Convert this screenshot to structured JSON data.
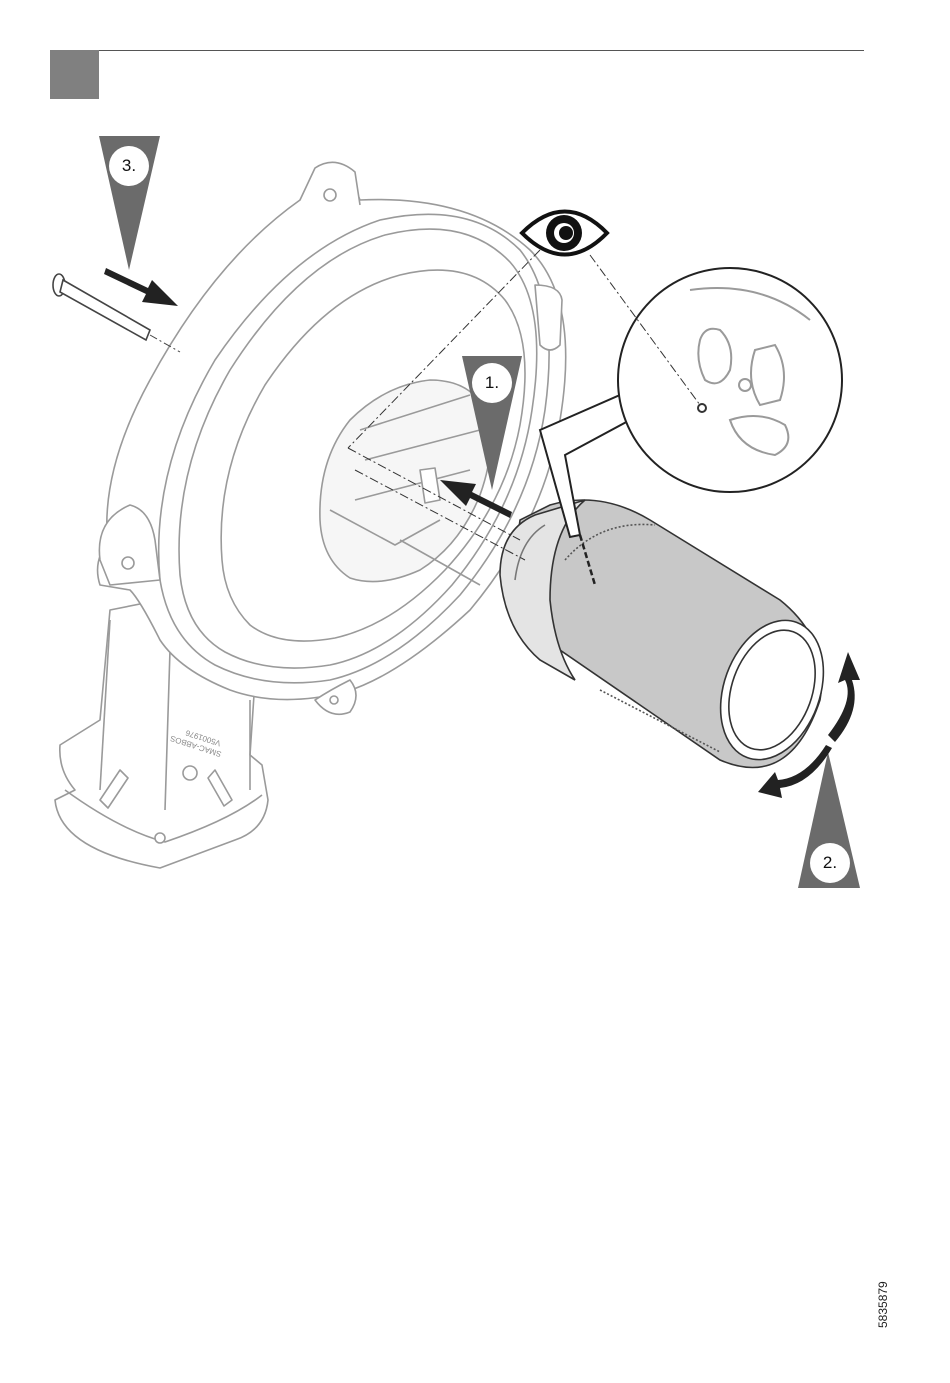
{
  "header": {
    "marker_color": "#808080"
  },
  "steps": [
    {
      "label": "1."
    },
    {
      "label": "2."
    },
    {
      "label": "3."
    }
  ],
  "product_text": {
    "line1": "SMAC-ABBOS",
    "line2": "V5001976"
  },
  "icons": [
    "eye-icon",
    "arrow-icon",
    "rotate-arrows-icon"
  ],
  "colors": {
    "pointer": "#6b6b6b",
    "arrow": "#222222",
    "tube": "#c8c8c8",
    "outline": "#9a9a9a"
  },
  "document_number": "5835879"
}
